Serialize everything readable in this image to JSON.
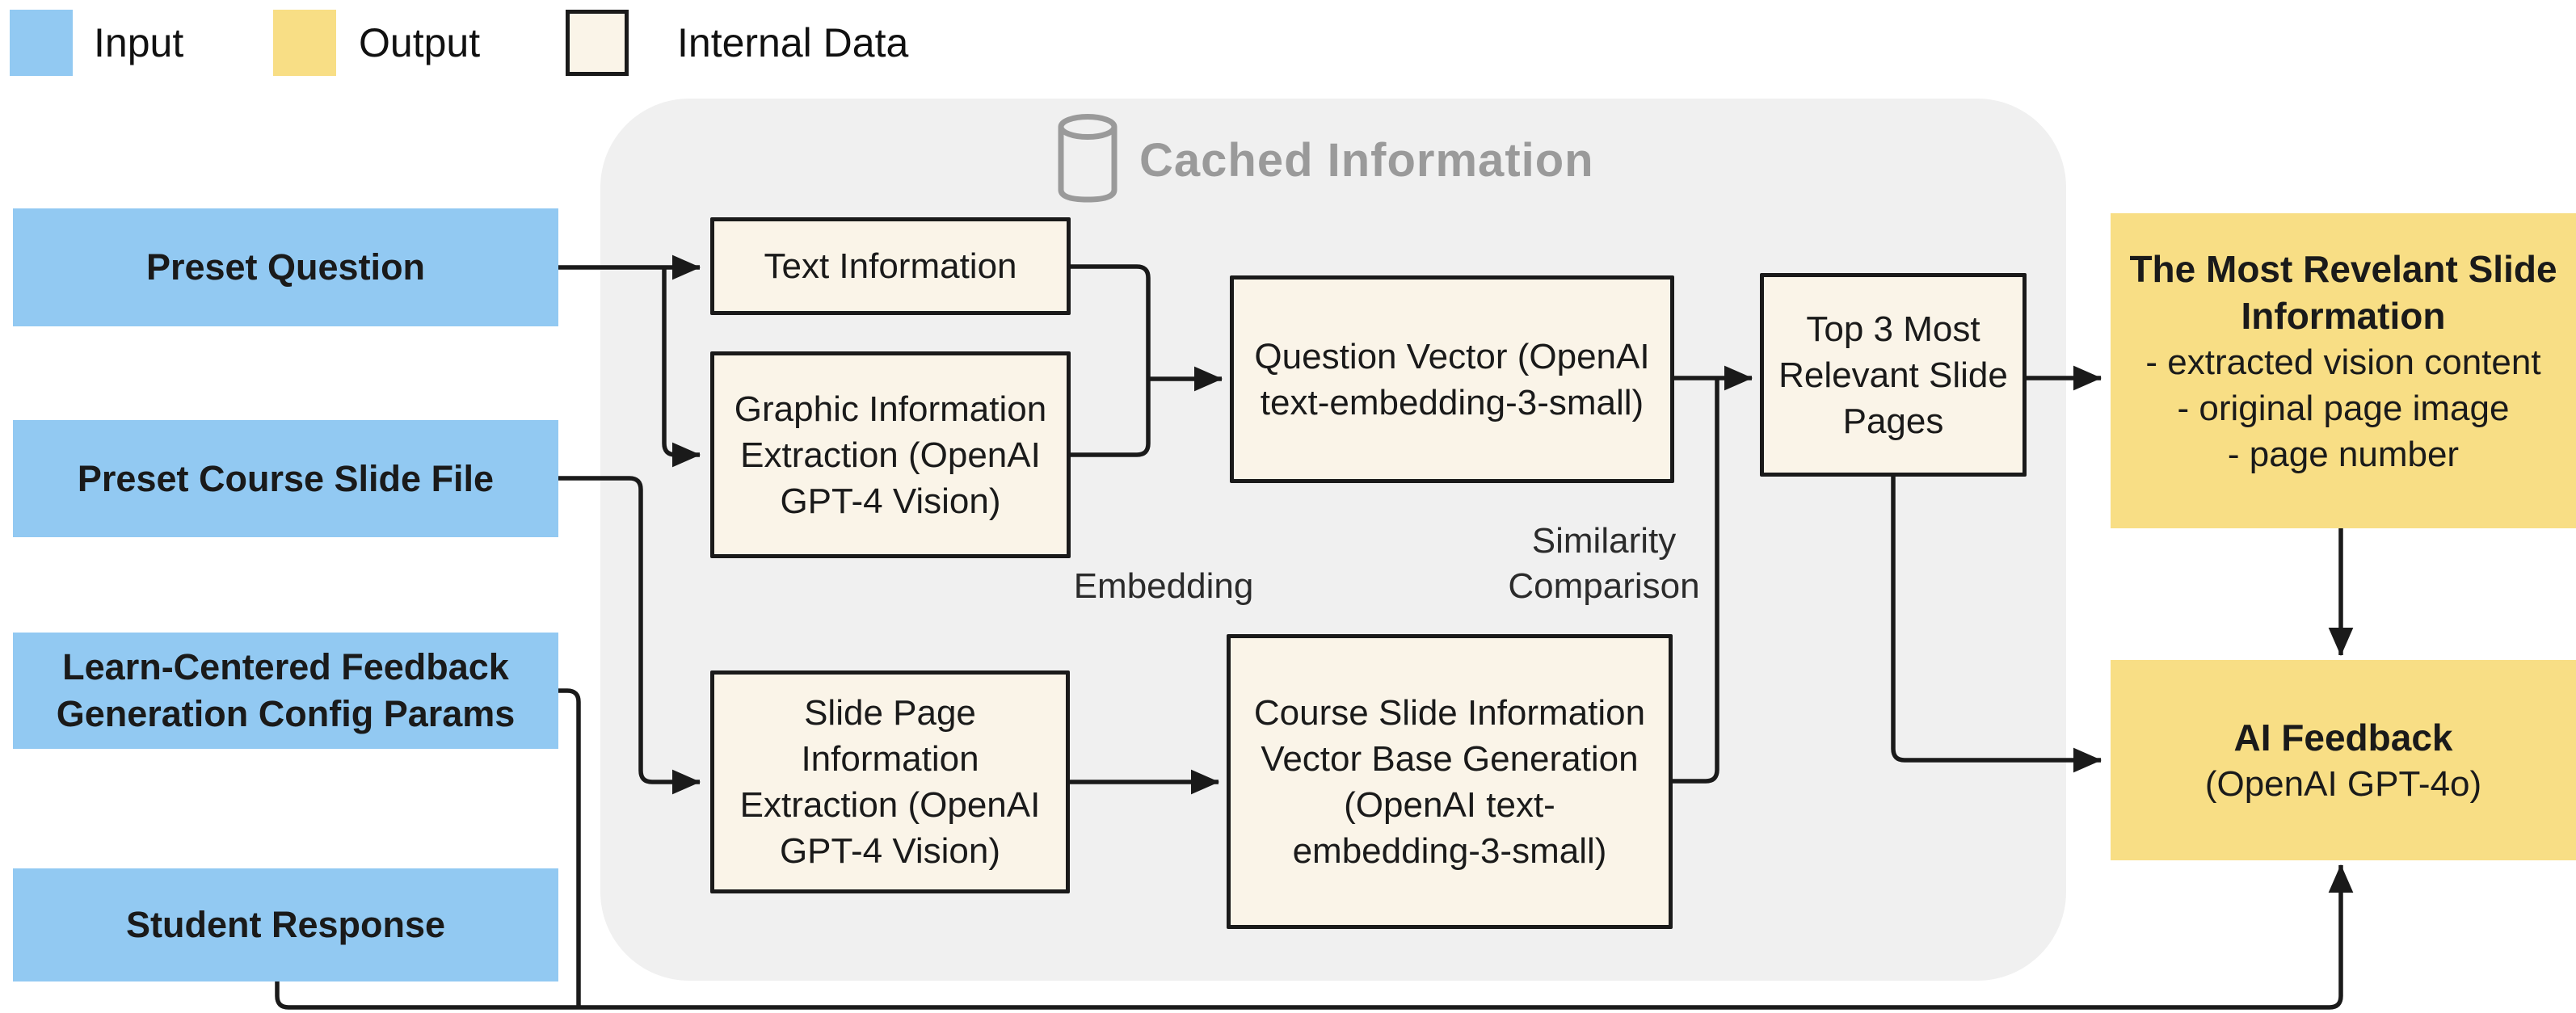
{
  "legend": {
    "items": [
      {
        "label": "Input",
        "color": "#92c9f2"
      },
      {
        "label": "Output",
        "color": "#f8de85"
      },
      {
        "label": "Internal Data",
        "color": "#faf4e8"
      }
    ]
  },
  "cache_container": {
    "title": "Cached Information",
    "icon": "database-cylinder-icon"
  },
  "inputs": {
    "preset_question": "Preset Question",
    "preset_course_slide": "Preset Course Slide File",
    "learn_centered": "Learn-Centered Feedback\nGeneration Config Params",
    "student_response": "Student Response"
  },
  "internal": {
    "text_info": "Text Information",
    "graphic_info": "Graphic Information\nExtraction (OpenAI\nGPT-4 Vision)",
    "question_vector": "Question Vector (OpenAI\ntext-embedding-3-small)",
    "slide_page": "Slide Page\nInformation\nExtraction (OpenAI\nGPT-4 Vision)",
    "course_slide_vector": "Course Slide Information\nVector Base Generation\n(OpenAI text-\nembedding-3-small)",
    "top3": "Top 3 Most\nRelevant Slide\nPages"
  },
  "outputs": {
    "most_relevant": {
      "title": "The Most Revelant Slide\nInformation",
      "items": "- extracted vision content\n- original page image\n- page number"
    },
    "ai_feedback": {
      "title": "AI Feedback",
      "subtitle": "(OpenAI GPT-4o)"
    }
  },
  "labels": {
    "embedding": "Embedding",
    "similarity_comparison": "Similarity\nComparison"
  },
  "colors": {
    "input-blue": "#92c9f2",
    "output-yellow": "#f8de85",
    "internal-cream": "#faf4e8",
    "container-gray": "#f0f0f0",
    "muted-gray": "#9a9a9a",
    "ink": "#1a1a1a"
  }
}
